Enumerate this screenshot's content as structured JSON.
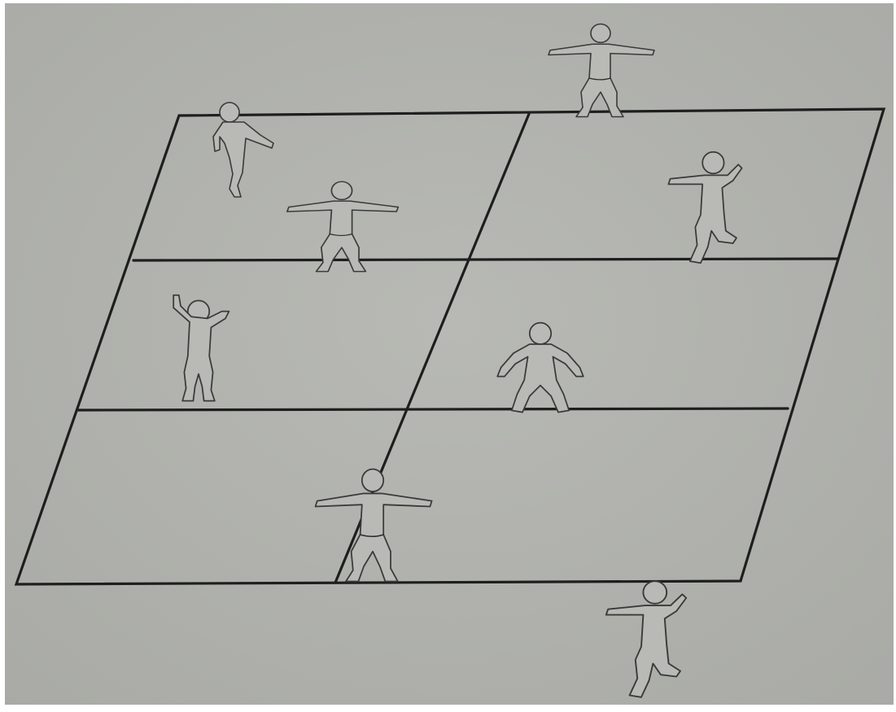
{
  "drawing": {
    "paper_color": "#b3b4af",
    "ink_color": "#1e1e1e",
    "figure_fill": "#b9bab5",
    "court": {
      "columns": 2,
      "rows": 3
    },
    "figures": [
      {
        "pose": "arms-out"
      },
      {
        "pose": "leaning"
      },
      {
        "pose": "arms-out"
      },
      {
        "pose": "running"
      },
      {
        "pose": "arms-up"
      },
      {
        "pose": "crouching"
      },
      {
        "pose": "arms-out"
      },
      {
        "pose": "running"
      }
    ]
  }
}
